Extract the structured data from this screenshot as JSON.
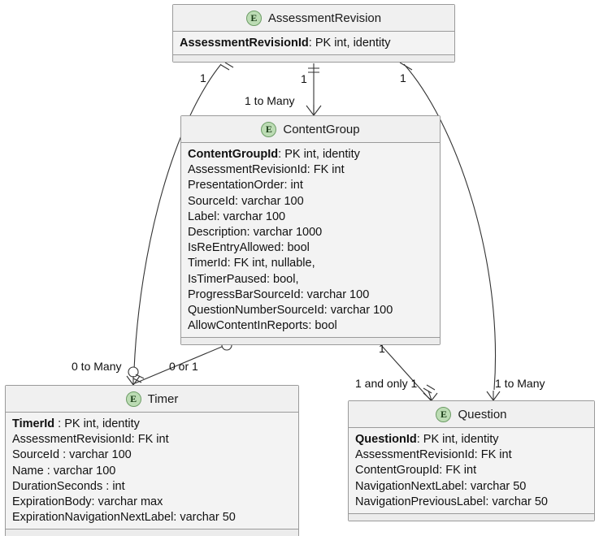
{
  "diagram": {
    "type": "entity-relationship-diagram",
    "background": "#ffffff",
    "badge_letter": "E",
    "badge_fill": "#bcdcb4",
    "badge_stroke": "#6d9c66",
    "box_border": "#9a9a9a",
    "header_fill": "#f0f0f0",
    "body_fill": "#f3f3f3",
    "line_color": "#333333"
  },
  "entities": [
    {
      "id": "assessment-revision",
      "title": "AssessmentRevision",
      "attributes": [
        {
          "name": "AssessmentRevisionId",
          "type": ": PK int, identity",
          "pk": true
        }
      ]
    },
    {
      "id": "content-group",
      "title": "ContentGroup",
      "attributes": [
        {
          "name": "ContentGroupId",
          "type": ": PK int, identity",
          "pk": true
        },
        {
          "name": "AssessmentRevisionId",
          "type": ": FK int",
          "pk": false
        },
        {
          "name": "PresentationOrder",
          "type": ": int",
          "pk": false
        },
        {
          "name": "SourceId",
          "type": ": varchar 100",
          "pk": false
        },
        {
          "name": "Label",
          "type": ": varchar 100",
          "pk": false
        },
        {
          "name": "Description",
          "type": ": varchar 1000",
          "pk": false
        },
        {
          "name": "IsReEntryAllowed",
          "type": ": bool",
          "pk": false
        },
        {
          "name": "TimerId",
          "type": ": FK int, nullable,",
          "pk": false
        },
        {
          "name": "IsTimerPaused",
          "type": ": bool,",
          "pk": false
        },
        {
          "name": "ProgressBarSourceId",
          "type": ": varchar 100",
          "pk": false
        },
        {
          "name": "QuestionNumberSourceId",
          "type": ": varchar 100",
          "pk": false
        },
        {
          "name": "AllowContentInReports",
          "type": ": bool",
          "pk": false
        }
      ]
    },
    {
      "id": "timer",
      "title": "Timer",
      "attributes": [
        {
          "name": "TimerId",
          "type": " : PK int, identity",
          "pk": true
        },
        {
          "name": "AssessmentRevisionId",
          "type": ": FK int",
          "pk": false
        },
        {
          "name": "SourceId",
          "type": " : varchar 100",
          "pk": false
        },
        {
          "name": "Name",
          "type": " : varchar 100",
          "pk": false
        },
        {
          "name": "DurationSeconds",
          "type": " : int",
          "pk": false
        },
        {
          "name": "ExpirationBody",
          "type": ": varchar max",
          "pk": false
        },
        {
          "name": "ExpirationNavigationNextLabel",
          "type": ": varchar 50",
          "pk": false
        }
      ]
    },
    {
      "id": "question",
      "title": "Question",
      "attributes": [
        {
          "name": "QuestionId",
          "type": ": PK int, identity",
          "pk": true
        },
        {
          "name": "AssessmentRevisionId",
          "type": ": FK int",
          "pk": false
        },
        {
          "name": "ContentGroupId",
          "type": ": FK int",
          "pk": false
        },
        {
          "name": "NavigationNextLabel",
          "type": ": varchar 50",
          "pk": false
        },
        {
          "name": "NavigationPreviousLabel",
          "type": ": varchar 50",
          "pk": false
        }
      ]
    }
  ],
  "relationships": [
    {
      "id": "rev-to-contentgroup",
      "from": "assessment-revision",
      "to": "content-group",
      "from_label": "1",
      "to_label": "1 to Many",
      "from_cardinality": "one-and-only-one",
      "to_cardinality": "one-to-many"
    },
    {
      "id": "rev-to-timer",
      "from": "assessment-revision",
      "to": "timer",
      "from_label": "1",
      "to_label": "0 to Many",
      "from_cardinality": "one-and-only-one",
      "to_cardinality": "zero-to-many"
    },
    {
      "id": "rev-to-question",
      "from": "assessment-revision",
      "to": "question",
      "from_label": "1",
      "to_label": "1 to Many",
      "from_cardinality": "one-and-only-one",
      "to_cardinality": "one-to-many"
    },
    {
      "id": "contentgroup-to-timer",
      "from": "content-group",
      "to": "timer",
      "from_label": "",
      "to_label": "0 or 1",
      "from_cardinality": "zero-or-one",
      "to_cardinality": "one-and-only-one"
    },
    {
      "id": "contentgroup-to-question",
      "from": "content-group",
      "to": "question",
      "from_label": "1",
      "to_label": "1 and only 1",
      "from_cardinality": "one-and-only-one",
      "to_cardinality": "one-and-only-one"
    }
  ],
  "edge_labels": {
    "rev_contentgroup_near": "1",
    "rev_contentgroup_far": "1 to Many",
    "rev_timer_near": "1",
    "rev_timer_far": "0 to Many",
    "rev_question_near": "1",
    "rev_question_far": "1 to Many",
    "cg_timer_far": "0 or 1",
    "cg_question_near": "1",
    "cg_question_far": "1 and only 1"
  }
}
